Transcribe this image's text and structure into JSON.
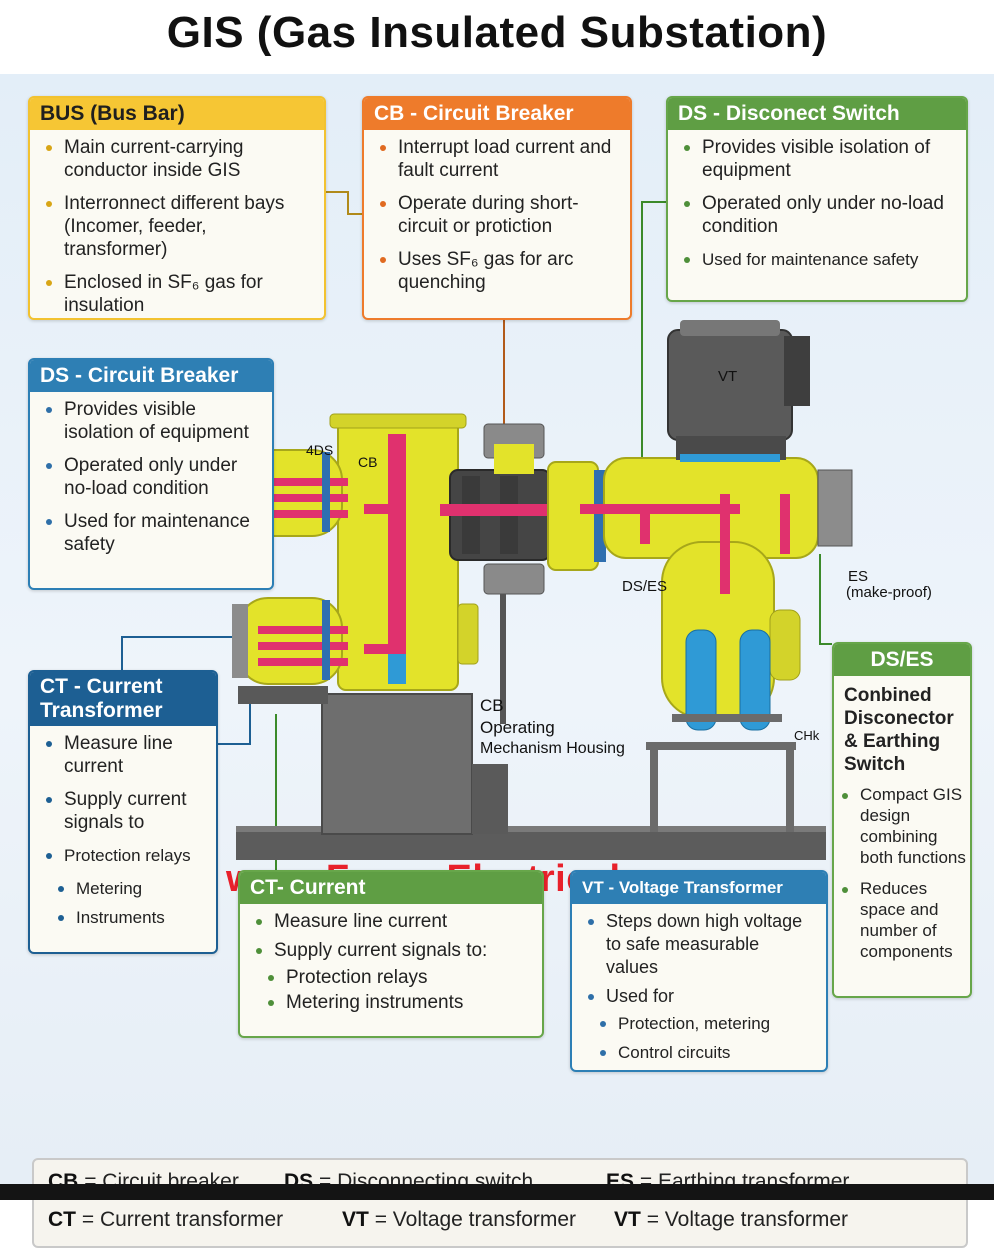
{
  "title": "GIS (Gas Insulated Substation)",
  "watermark": "www.ForumElectrical.com",
  "cards": {
    "bus": {
      "header": "BUS (Bus Bar)",
      "items": [
        "Main current-carrying conductor inside GIS",
        "Interronnect different bays (Incomer, feeder, transformer)",
        "Enclosed in SF₆ gas for insulation"
      ]
    },
    "cb": {
      "header": "CB - Circuit Breaker",
      "items": [
        "Interrupt load current and fault current",
        "Operate during short-circuit or protiction",
        "Uses SF₆ gas for arc quenching"
      ]
    },
    "ds_top": {
      "header": "DS - Disconect Switch",
      "items": [
        "Provides visible isolation of equipment",
        "Operated only under no-load condition",
        "Used for maintenance safety"
      ]
    },
    "ds_left": {
      "header": "DS - Circuit Breaker",
      "items": [
        "Provides visible isolation of equipment",
        "Operated only under no-load condition",
        "Used for maintenance safety"
      ]
    },
    "ct_left": {
      "header": "CT - Current Transformer",
      "items": [
        "Measure line current",
        "Supply current signals to",
        "Protection relays"
      ],
      "subitems": [
        "Metering",
        "Instruments"
      ]
    },
    "ct_mid": {
      "header": "CT- Current",
      "items": [
        "Measure line current",
        "Supply current signals to:"
      ],
      "subitems": [
        "Protection relays",
        "Metering instruments"
      ]
    },
    "vt": {
      "header": "VT - Voltage Transformer",
      "items": [
        "Steps down high voltage to safe measurable values",
        "Used for"
      ],
      "subitems": [
        "Protection, metering",
        "Control circuits"
      ]
    },
    "dses": {
      "header": "DS/ES",
      "body": "Conbined Disconector & Earthing Switch",
      "items": [
        "Compact GIS design combining both functions",
        "Reduces space and number of components"
      ]
    }
  },
  "diagram_labels": {
    "vt": "VT",
    "four_ds": "4DS",
    "cb": "CB",
    "ds_es": "DS/ES",
    "es": "ES",
    "make_proof": "(make-proof)",
    "cb_mech_1": "CB",
    "cb_mech_2": "Operating",
    "cb_mech_3": "Mechanism Housing",
    "chk": "CHk"
  },
  "legend": [
    {
      "abbr": "CB",
      "text": "= Circuit breaker"
    },
    {
      "abbr": "DS",
      "text": "= Disconnecting switch"
    },
    {
      "abbr": "ES",
      "text": "= Earthing transformer"
    },
    {
      "abbr": "CT",
      "text": "= Current transformer"
    },
    {
      "abbr": "VT",
      "text": "= Voltage transformer"
    },
    {
      "abbr": "VT",
      "text": "= Voltage transformer"
    }
  ],
  "colors": {
    "enclosure": "#e6e62a",
    "busbar": "#e0316e",
    "bushing": "#2f9ad6",
    "steel": "#6b6b6b"
  }
}
